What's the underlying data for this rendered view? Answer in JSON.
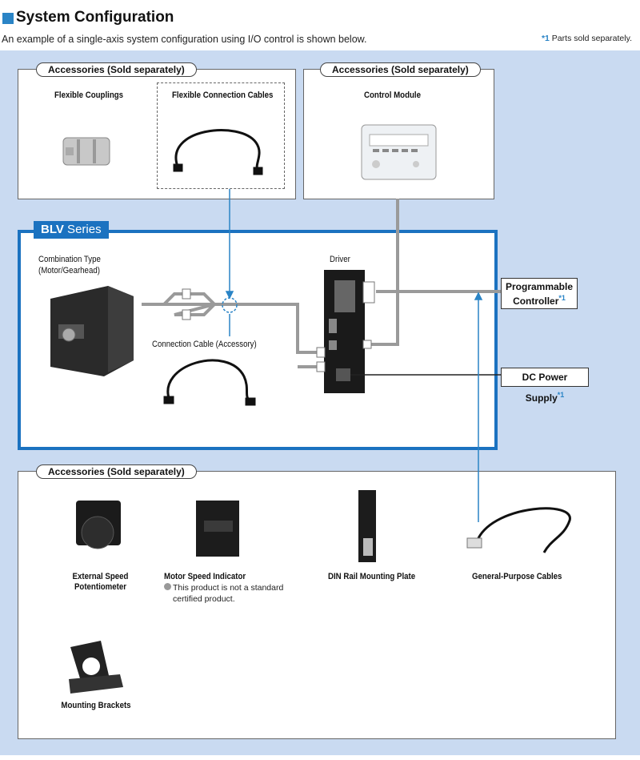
{
  "header": {
    "title": "System Configuration",
    "subtitle": "An example of a single-axis system configuration using I/O control is shown below.",
    "note_mark": "*1",
    "note_text": " Parts sold separately."
  },
  "top_left_panel": {
    "pill": "Accessories (Sold separately)",
    "items": [
      "Flexible Couplings",
      "Flexible Connection Cables"
    ]
  },
  "top_right_panel": {
    "pill": "Accessories (Sold separately)",
    "items": [
      "Control Module"
    ]
  },
  "blv": {
    "tab_bold": "BLV",
    "tab_rest": " Series",
    "motor_label_1": "Combination Type",
    "motor_label_2": "(Motor/Gearhead)",
    "driver_label": "Driver",
    "cable_label": "Connection Cable (Accessory)"
  },
  "external": {
    "plc_1": "Programmable",
    "plc_2": "Controller",
    "plc_mark": "*1",
    "dc": "DC Power Supply",
    "dc_mark": "*1"
  },
  "bottom_panel": {
    "pill": "Accessories (Sold separately)",
    "pot_1": "External Speed",
    "pot_2": "Potentiometer",
    "indicator": "Motor Speed Indicator",
    "indicator_note_1": "This product is not a standard",
    "indicator_note_2": "certified product.",
    "din": "DIN Rail Mounting Plate",
    "cables": "General-Purpose Cables",
    "brackets": "Mounting Brackets"
  },
  "colors": {
    "accent": "#2a84c6",
    "blv_blue": "#1b72c0",
    "background": "#c9daf1",
    "cable_gray": "#9a9a9a"
  }
}
